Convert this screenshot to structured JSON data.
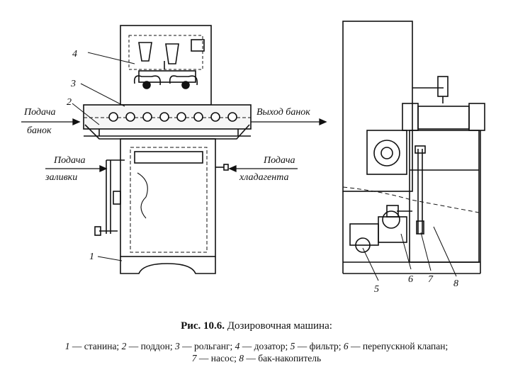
{
  "figure": {
    "left_labels": {
      "feed_cans": [
        "Подача",
        "банок"
      ],
      "feed_filling": [
        "Подача",
        "заливки"
      ]
    },
    "right_labels": {
      "cans_exit": "Выход банок",
      "feed_coolant": [
        "Подача",
        "хладагента"
      ]
    },
    "callouts_front": [
      "4",
      "3",
      "2",
      "1"
    ],
    "callouts_side": [
      "5",
      "6",
      "7",
      "8"
    ]
  },
  "caption": {
    "fig_no": "Рис. 10.6.",
    "title": "Дозировочная машина:",
    "legend": [
      {
        "n": "1",
        "text": "— станина;"
      },
      {
        "n": "2",
        "text": "— поддон;"
      },
      {
        "n": "3",
        "text": "— рольганг;"
      },
      {
        "n": "4",
        "text": "— дозатор;"
      },
      {
        "n": "5",
        "text": "— фильтр;"
      },
      {
        "n": "6",
        "text": "— перепускной клапан;"
      },
      {
        "n": "7",
        "text": "— насос;"
      },
      {
        "n": "8",
        "text": "— бак-накопитель"
      }
    ]
  }
}
